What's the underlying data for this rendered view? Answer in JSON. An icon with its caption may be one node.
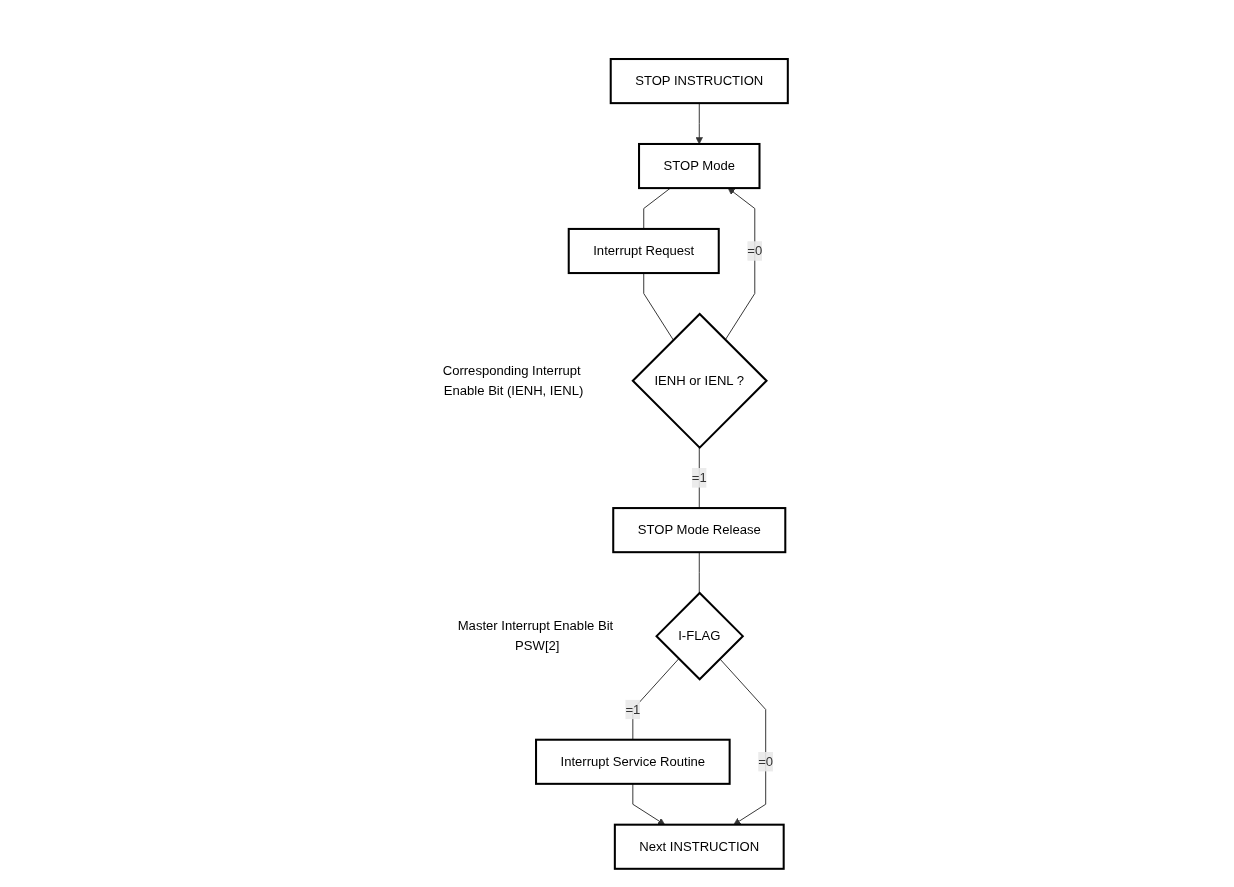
{
  "diagram": {
    "nodes": [
      {
        "text": [
          "STOP INSTRUCTION"
        ]
      },
      {
        "text": [
          "STOP Mode"
        ]
      },
      {
        "text": [
          "Interrupt Request"
        ]
      },
      {
        "text": [
          "IENH or IENL ?"
        ],
        "beside": [
          "Corresponding Interrupt Enable Bit (IENH, IENL)"
        ]
      },
      {
        "text": [
          "STOP Mode Release"
        ]
      },
      {
        "text": [
          "I-FLAG"
        ],
        "beside": [
          "Master Interrupt Enable Bit PSW[2]"
        ]
      },
      {
        "text": [
          "Interrupt Service Routine"
        ]
      },
      {
        "text": [
          "Next INSTRUCTION"
        ]
      }
    ],
    "edges": [
      {
        "from": 0,
        "to": 1,
        "arrow": "to"
      },
      {
        "from": 1,
        "to": 2,
        "arrow": "none"
      },
      {
        "from": 2,
        "to": 3,
        "arrow": "none"
      },
      {
        "from": 3,
        "to": 1,
        "arrow": "to",
        "label": "=0"
      },
      {
        "from": 3,
        "to": 4,
        "arrow": "none",
        "label": "=1"
      },
      {
        "from": 4,
        "to": 5,
        "arrow": "none"
      },
      {
        "from": 5,
        "to": 6,
        "arrow": "none",
        "label": "=1"
      },
      {
        "from": 6,
        "to": 7,
        "arrow": "to"
      },
      {
        "from": 5,
        "to": 7,
        "arrow": "to",
        "label": "=0"
      }
    ]
  }
}
